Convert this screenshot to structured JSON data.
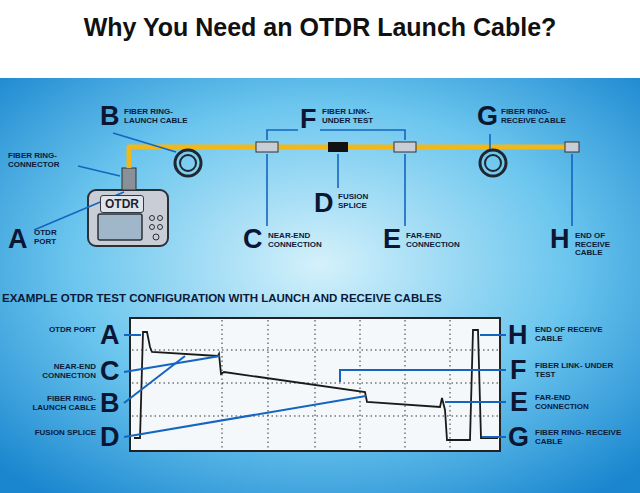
{
  "diagram": {
    "title": "Why You Need an OTDR Launch Cable?",
    "nodes": [
      {
        "text": [
          "OTDR"
        ]
      }
    ],
    "labels": [
      "FIBER RING- CONNECTOR",
      "A",
      "OTDR PORT",
      "B",
      "FIBER RING- LAUNCH CABLE",
      "F",
      "FIBER LINK- UNDER TEST",
      "G",
      "FIBER RING- RECEIVE CABLE",
      "D",
      "FUSION SPLICE",
      "C",
      "NEAR-END CONNECTION",
      "E",
      "FAR-END CONNECTION",
      "H",
      "END OF RECEIVE CABLE",
      "EXAMPLE OTDR TEST CONFIGURATION WITH LAUNCH AND RECEIVE CABLES",
      "OTDR PORT",
      "A",
      "NEAR-END CONNECTION",
      "C",
      "FIBER RING- LAUNCH CABLE",
      "B",
      "FUSION SPLICE",
      "D",
      "H",
      "END OF RECEIVE CABLE",
      "F",
      "FIBER LINK- UNDER TEST",
      "E",
      "FAR-END CONNECTION",
      "G",
      "FIBER RING- RECEIVE CABLE"
    ]
  }
}
